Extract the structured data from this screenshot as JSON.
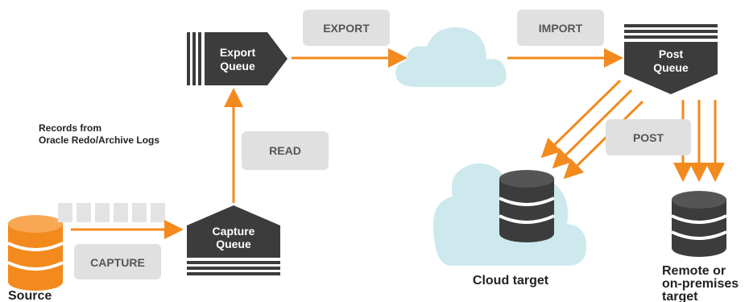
{
  "colors": {
    "orange": "#f28a1e",
    "queue_dark": "#3c3c3c",
    "db_dark": "#3c3c3c",
    "label_gray": "#e0e0e0",
    "label_text": "#555555",
    "cloud": "#cde9ee",
    "log_block": "#e3e3e3"
  },
  "nodes": {
    "source": {
      "label": "Source",
      "icon": "database-icon"
    },
    "capture_queue": {
      "line1": "Capture",
      "line2": "Queue"
    },
    "export_queue": {
      "line1": "Export",
      "line2": "Queue"
    },
    "post_queue": {
      "line1": "Post",
      "line2": "Queue"
    },
    "cloud_target": {
      "label": "Cloud target",
      "icon": "database-icon"
    },
    "remote_target": {
      "line1": "Remote or",
      "line2": "on-premises",
      "line3": "target",
      "icon": "database-icon"
    }
  },
  "annotations": {
    "records_line1": "Records from",
    "records_line2": "Oracle Redo/Archive Logs"
  },
  "steps": {
    "capture": "CAPTURE",
    "read": "READ",
    "export": "EXPORT",
    "import": "IMPORT",
    "post": "POST"
  }
}
